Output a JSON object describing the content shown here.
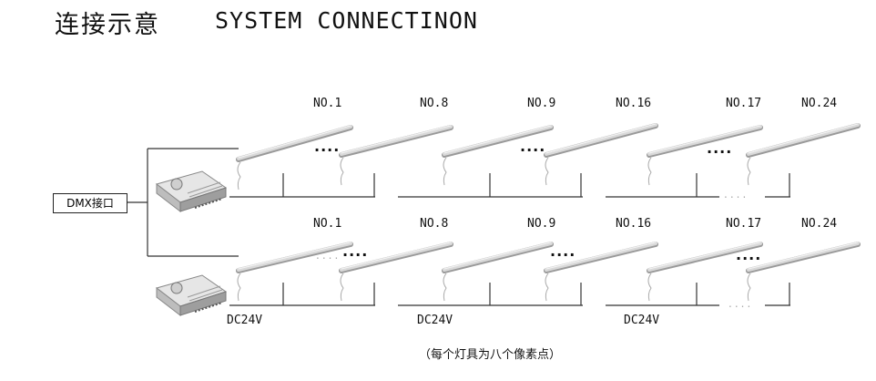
{
  "title": {
    "cn": "连接示意",
    "en": "SYSTEM CONNECTINON"
  },
  "controller": {
    "label": "DMX接口"
  },
  "rows": [
    {
      "fixtures": [
        "NO.1",
        "NO.8",
        "NO.9",
        "NO.16",
        "NO.17",
        "NO.24"
      ]
    },
    {
      "fixtures": [
        "NO.1",
        "NO.8",
        "NO.9",
        "NO.16",
        "NO.17",
        "NO.24"
      ]
    }
  ],
  "power_labels": [
    "DC24V",
    "DC24V",
    "DC24V"
  ],
  "continuation": "....",
  "note": "（每个灯具为八个像素点）",
  "colors": {
    "line": "#333333",
    "bar": "#d9d9d9",
    "bar_edge": "#9a9a9a"
  }
}
